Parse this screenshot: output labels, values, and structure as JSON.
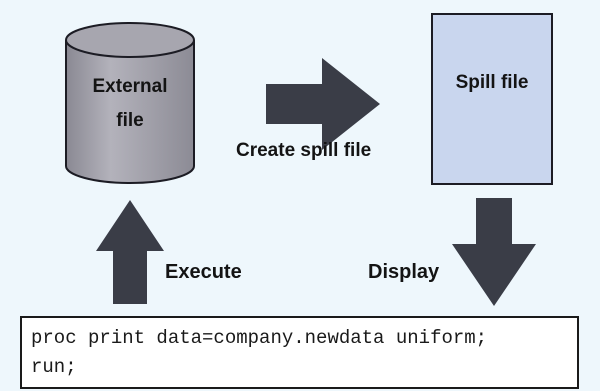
{
  "colors": {
    "background": "#eef7fc",
    "cylinder_body": "#9b9aa4",
    "cylinder_outline": "#1c1c24",
    "spill_box": "#c9d6ee",
    "arrow": "#3a3d47",
    "text": "#141414"
  },
  "nodes": {
    "external_file": {
      "line1": "External",
      "line2": "file"
    },
    "spill_file": {
      "label": "Spill file"
    }
  },
  "edges": {
    "create": {
      "label": "Create spill file"
    },
    "execute": {
      "label": "Execute"
    },
    "display": {
      "label": "Display"
    }
  },
  "code": {
    "line1": "proc print data=company.newdata uniform;",
    "line2": "run;"
  }
}
